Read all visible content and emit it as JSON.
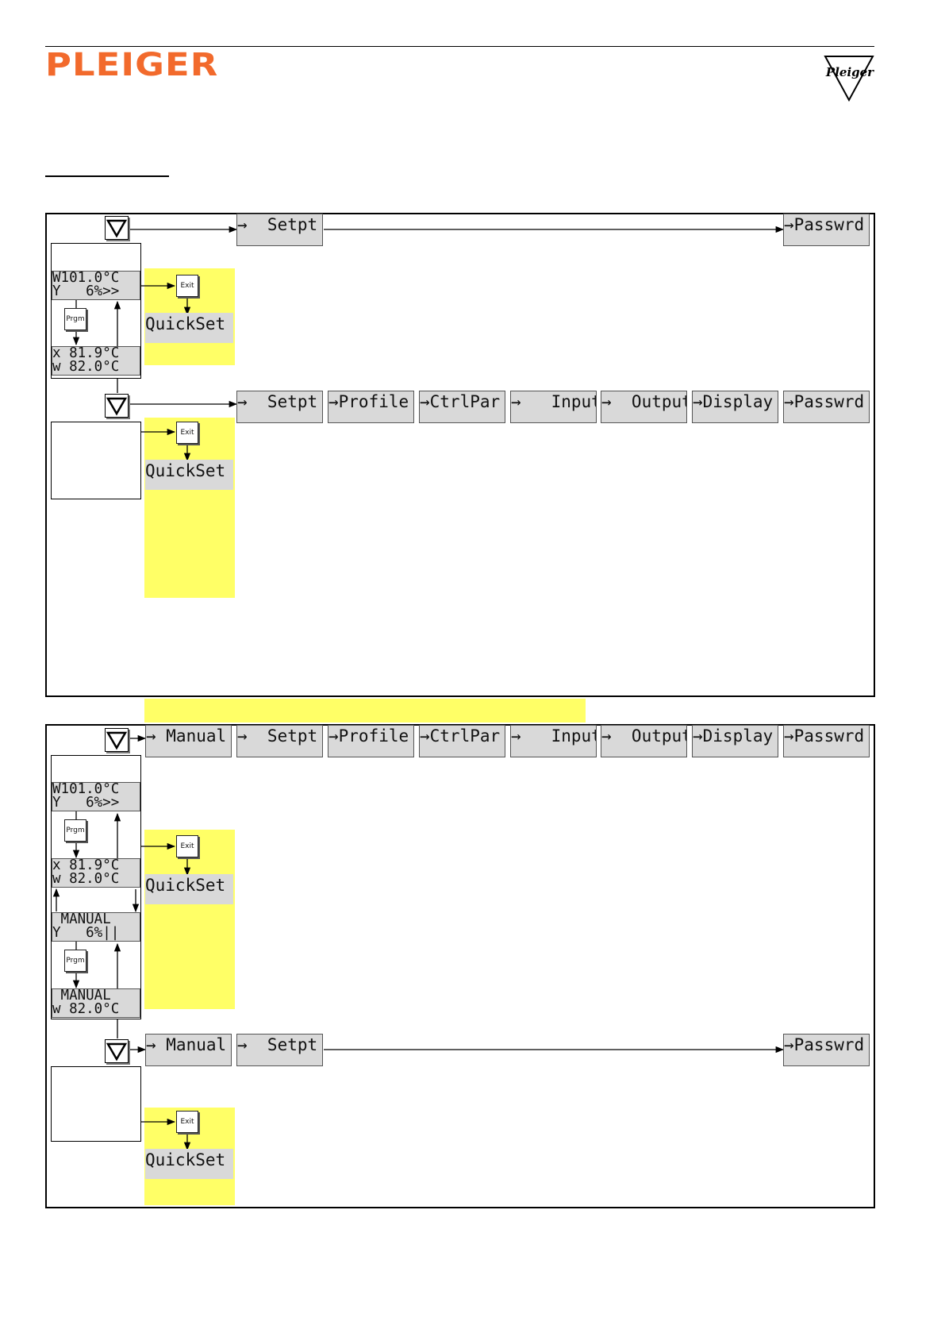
{
  "header": {
    "brand": "PLEIGER",
    "emblem": "Pleiger"
  },
  "icons": {
    "down_key": "down-triangle-key-icon",
    "arrow": "right-arrow-icon"
  },
  "colors": {
    "brand": "#f26a2c",
    "highlight": "#ffff66",
    "display": "#d9d9d9"
  },
  "section1": {
    "level_a": {
      "menu": {
        "setpt": "→  Setpt",
        "passwrd": "→Passwrd"
      },
      "display1": {
        "line1": "W101.0°C",
        "line2": "Y   6%>>"
      },
      "display2": {
        "line1": "x 81.9°C",
        "line2": "w 82.0°C"
      },
      "prgm_label": "Prgm",
      "exit_label": "Exit",
      "quickset": "QuickSet"
    },
    "level_b": {
      "menu": {
        "setpt": "→  Setpt",
        "profile": "→Profile",
        "ctrlpar": "→CtrlPar",
        "input": "→   Input",
        "output": "→  Output",
        "display": "→Display",
        "passwrd": "→Passwrd"
      },
      "exit_label": "Exit",
      "quickset": "QuickSet"
    }
  },
  "section2": {
    "level_a": {
      "menu": {
        "manual": "→ Manual",
        "setpt": "→  Setpt",
        "profile": "→Profile",
        "ctrlpar": "→CtrlPar",
        "input": "→   Input",
        "output": "→  Output",
        "display": "→Display",
        "passwrd": "→Passwrd"
      },
      "display1": {
        "line1": "W101.0°C",
        "line2": "Y   6%>>"
      },
      "display2": {
        "line1": "x 81.9°C",
        "line2": "w 82.0°C"
      },
      "display3": {
        "line1": " MANUAL",
        "line2": "Y   6%||"
      },
      "display4": {
        "line1": " MANUAL",
        "line2": "w 82.0°C"
      },
      "prgm_label": "Prgm",
      "exit_label": "Exit",
      "quickset": "QuickSet"
    },
    "level_b": {
      "menu": {
        "manual": "→ Manual",
        "setpt": "→  Setpt",
        "passwrd": "→Passwrd"
      },
      "exit_label": "Exit",
      "quickset": "QuickSet"
    }
  }
}
